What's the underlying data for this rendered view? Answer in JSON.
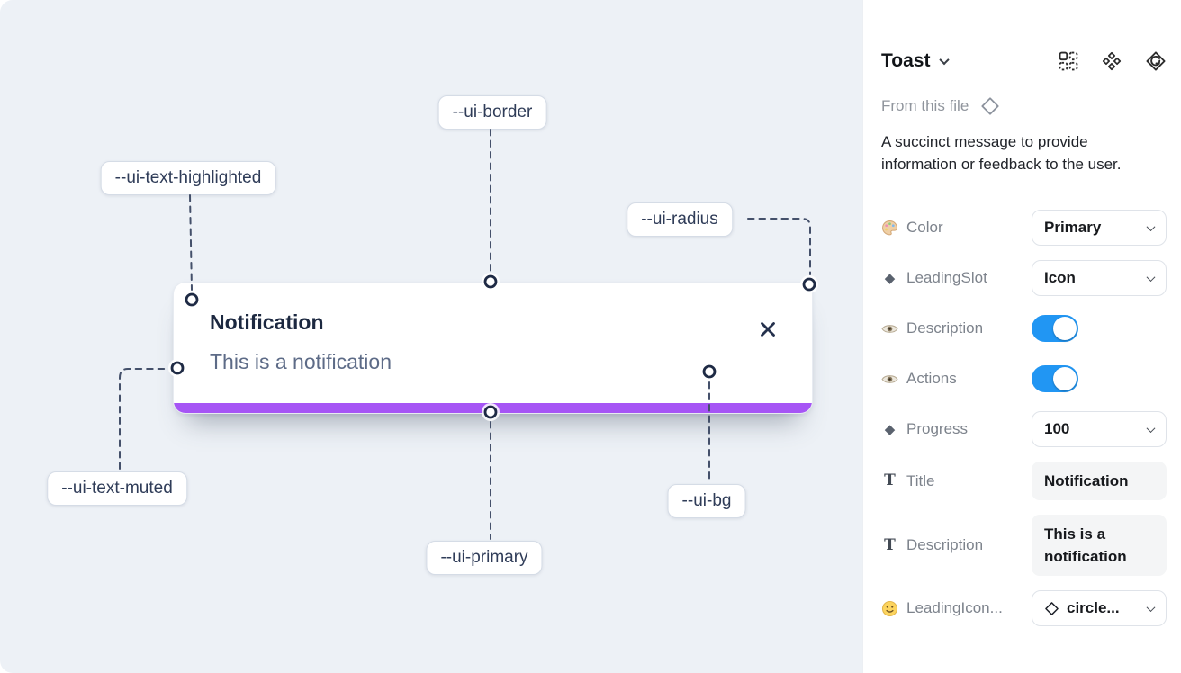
{
  "canvas": {
    "toast": {
      "title": "Notification",
      "description": "This is a notification"
    },
    "labels": {
      "border": "--ui-border",
      "text_highlighted": "--ui-text-highlighted",
      "radius": "--ui-radius",
      "text_muted": "--ui-text-muted",
      "primary": "--ui-primary",
      "bg": "--ui-bg"
    },
    "colors": {
      "primary_bar": "#a655f5",
      "canvas_bg": "#edf1f6",
      "toast_bg": "#ffffff"
    }
  },
  "panel": {
    "title": "Toast",
    "source_label": "From this file",
    "description": "A succinct message to provide information or feedback to the user.",
    "header_icons": [
      "instance-grid-icon",
      "component-icon",
      "swap-instance-icon"
    ],
    "accent": {
      "toggle_on": "#2196f3"
    },
    "props": {
      "color": {
        "label": "Color",
        "value": "Primary"
      },
      "leading_slot": {
        "label": "LeadingSlot",
        "value": "Icon"
      },
      "description_toggle": {
        "label": "Description",
        "value": "on"
      },
      "actions_toggle": {
        "label": "Actions",
        "value": "on"
      },
      "progress": {
        "label": "Progress",
        "value": "100"
      },
      "title_field": {
        "label": "Title",
        "value": "Notification"
      },
      "description_field": {
        "label": "Description",
        "value": "This is a notification"
      },
      "leading_icon": {
        "label": "LeadingIcon...",
        "value": "circle..."
      }
    }
  }
}
